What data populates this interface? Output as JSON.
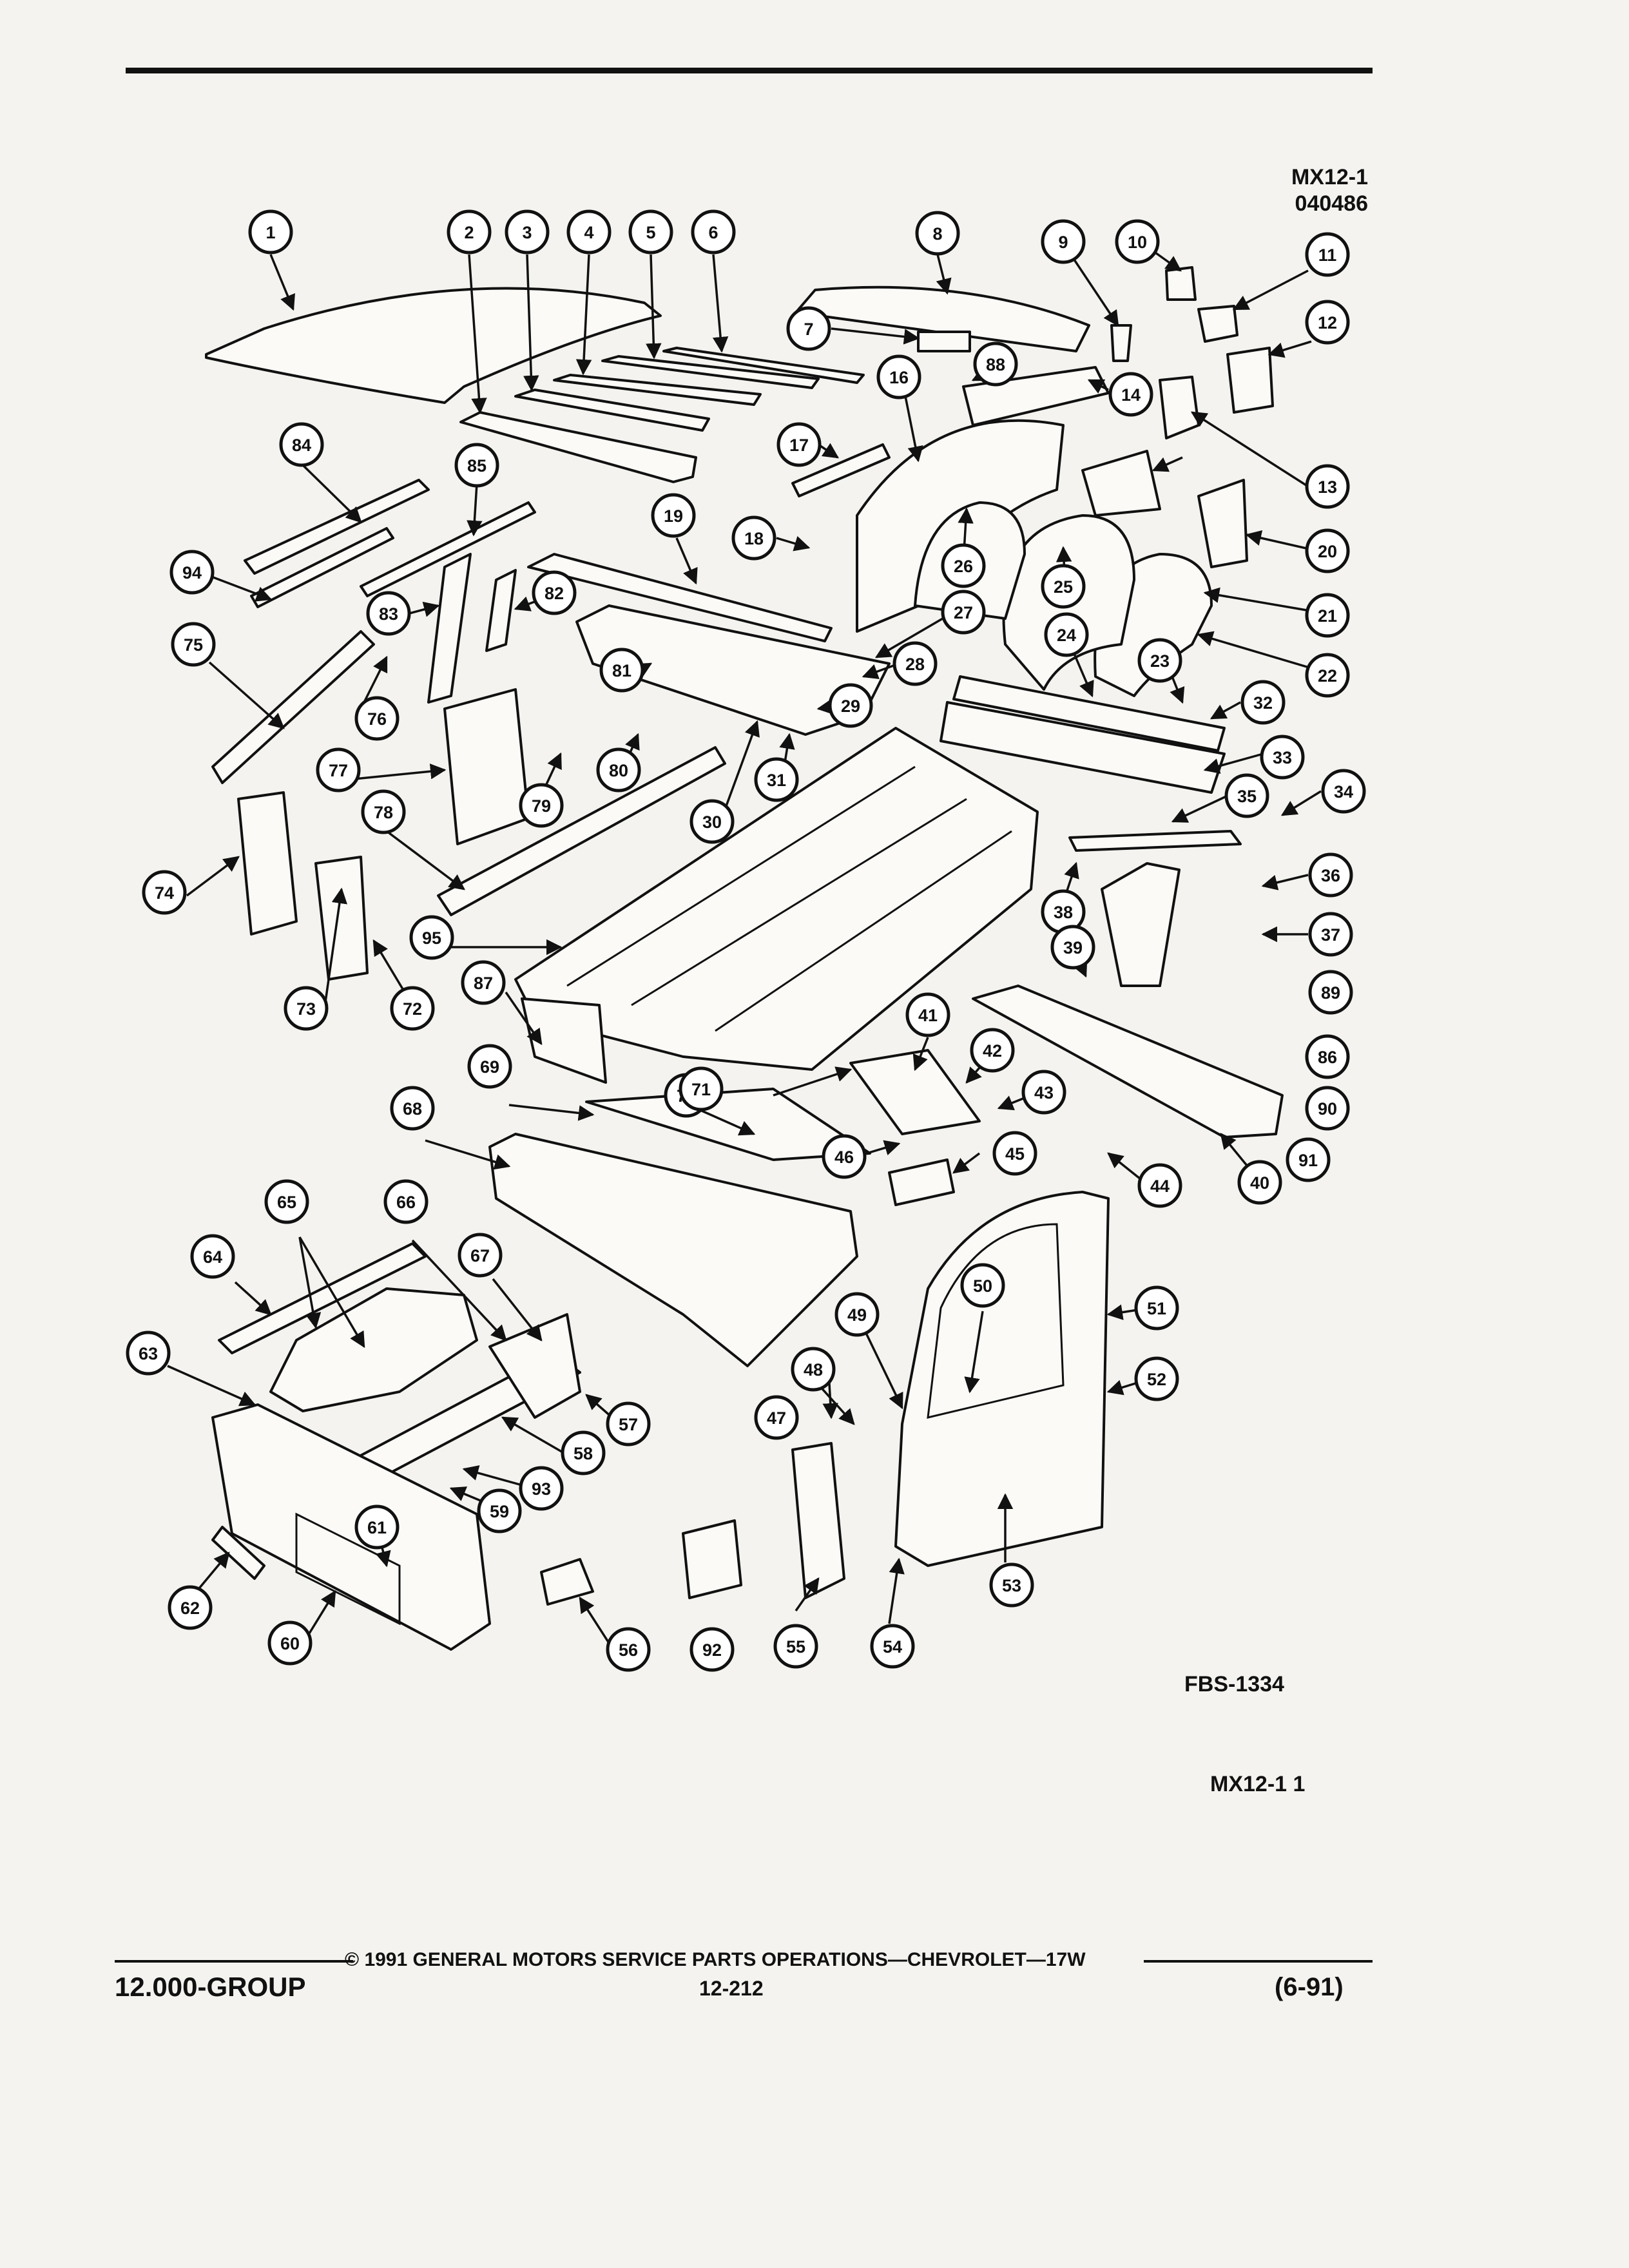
{
  "header": {
    "code": "MX12-1",
    "number": "040486"
  },
  "figure_id": "FBS-1334",
  "page_ref": "MX12-1  1",
  "footer": {
    "copyright": "© 1991 GENERAL MOTORS SERVICE PARTS OPERATIONS—CHEVROLET—17W",
    "group": "12.000-GROUP",
    "page": "12-212",
    "date": "(6-91)"
  },
  "callouts": [
    "1",
    "2",
    "3",
    "4",
    "5",
    "6",
    "7",
    "8",
    "9",
    "10",
    "11",
    "12",
    "13",
    "14",
    "16",
    "17",
    "18",
    "19",
    "20",
    "21",
    "22",
    "23",
    "24",
    "25",
    "26",
    "27",
    "28",
    "29",
    "30",
    "31",
    "32",
    "33",
    "34",
    "35",
    "36",
    "37",
    "38",
    "39",
    "40",
    "41",
    "42",
    "43",
    "44",
    "45",
    "46",
    "47",
    "48",
    "49",
    "50",
    "51",
    "52",
    "53",
    "54",
    "55",
    "56",
    "57",
    "58",
    "59",
    "60",
    "61",
    "62",
    "63",
    "64",
    "65",
    "66",
    "67",
    "68",
    "69",
    "70",
    "71",
    "72",
    "73",
    "74",
    "75",
    "76",
    "77",
    "78",
    "79",
    "80",
    "81",
    "82",
    "83",
    "84",
    "85",
    "86",
    "87",
    "88",
    "89",
    "90",
    "91",
    "92",
    "93",
    "94",
    "95"
  ]
}
